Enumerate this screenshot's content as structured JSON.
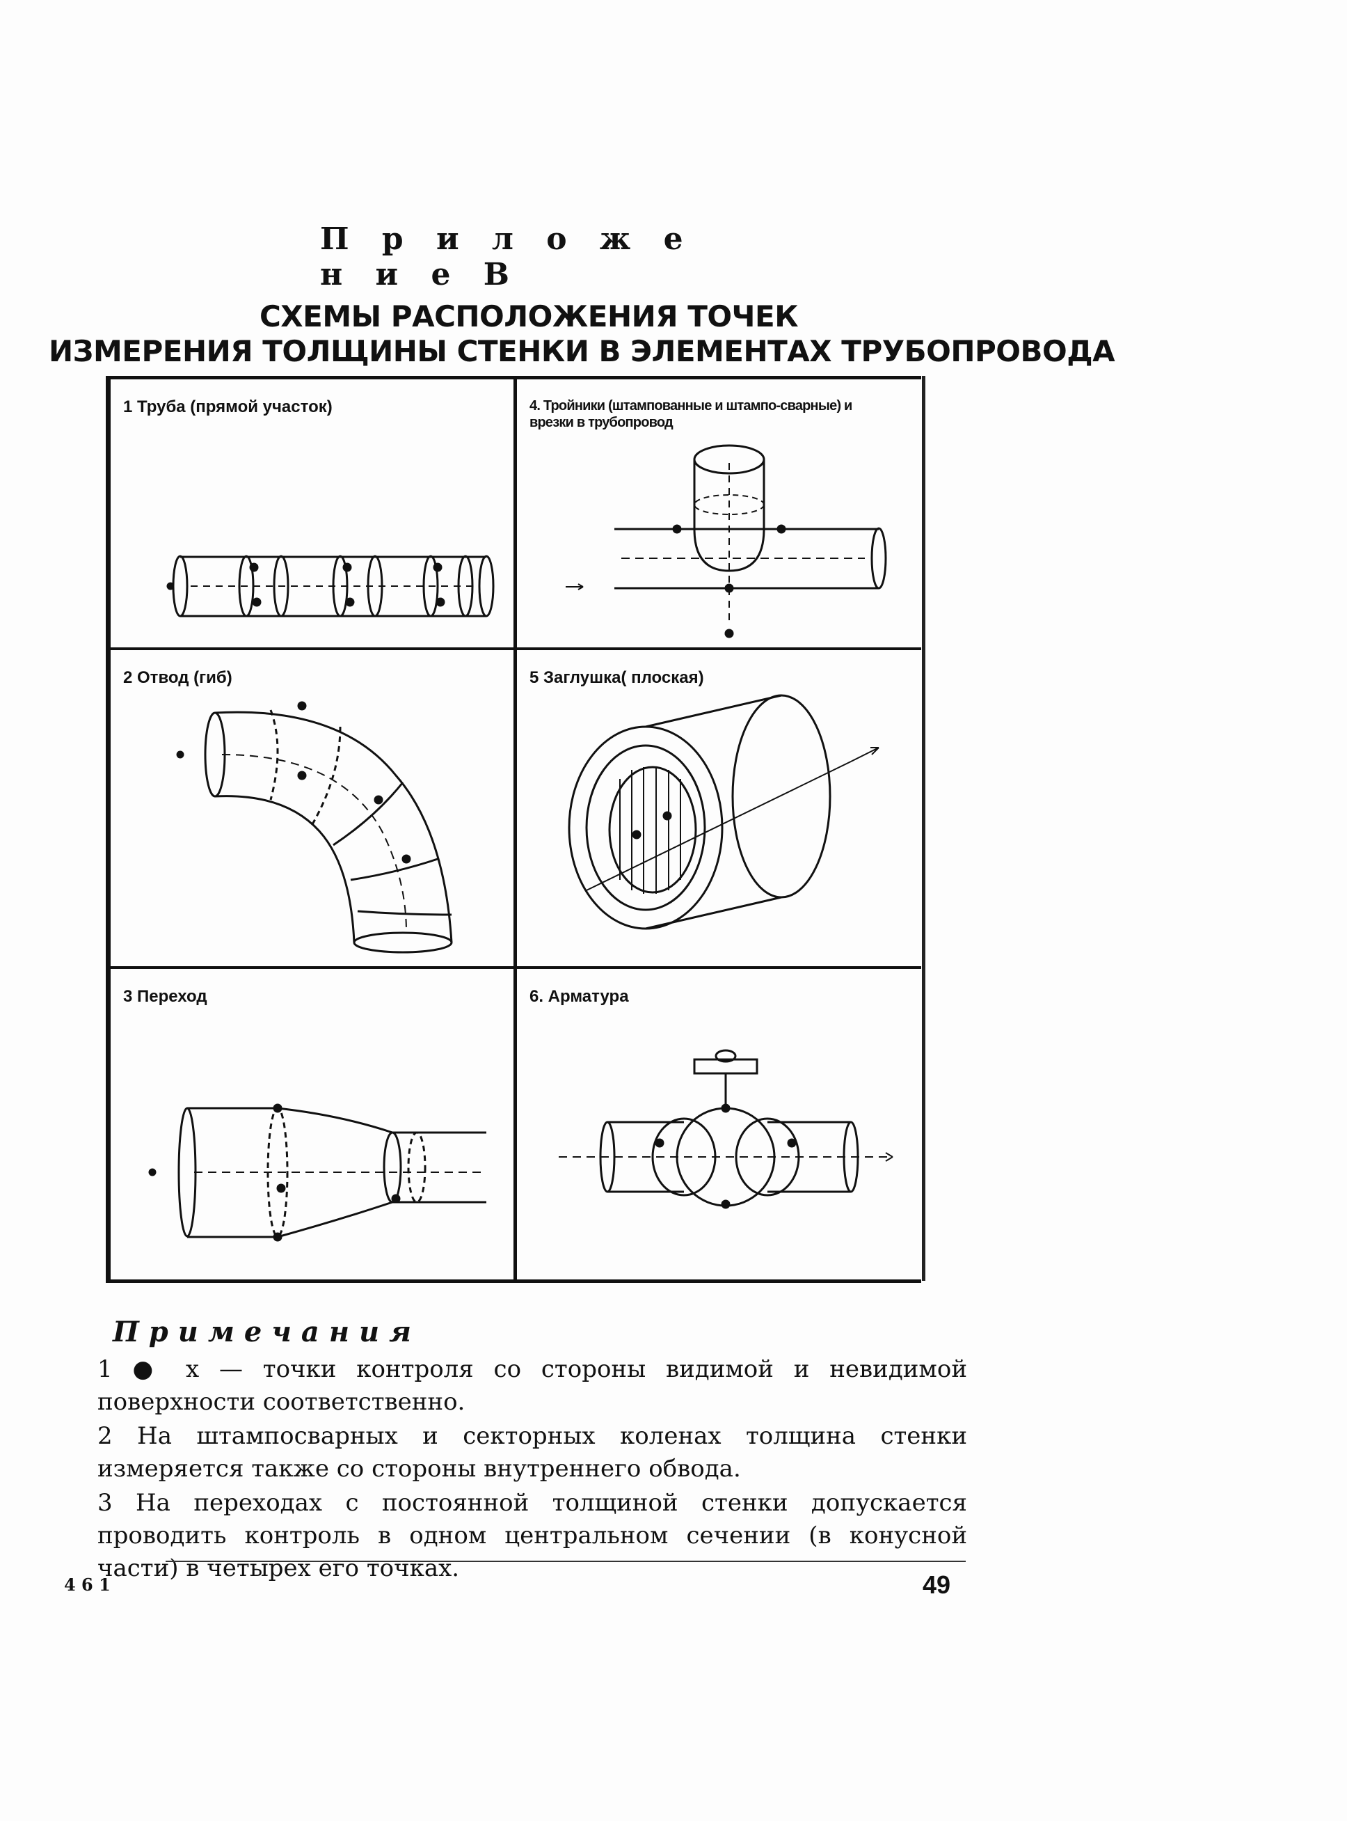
{
  "appendix_title": "П р и л о ж е н и е В",
  "title_line1": "СХЕМЫ РАСПОЛОЖЕНИЯ ТОЧЕК",
  "title_line2": "ИЗМЕРЕНИЯ ТОЛЩИНЫ СТЕНКИ В ЭЛЕМЕНТАХ ТРУБОПРОВОДА",
  "cells": [
    {
      "label": "1 Труба (прямой участок)"
    },
    {
      "label": "4. Тройники (штампованные и штампо-сварные) и врезки в трубопровод"
    },
    {
      "label": "2 Отвод (гиб)"
    },
    {
      "label": "5 Заглушка( плоская)"
    },
    {
      "label": "3 Переход"
    },
    {
      "label": "6. Арматура"
    }
  ],
  "notes_heading": "Примечания",
  "notes": [
    "1 ● x — точки контроля со стороны видимой и невидимой поверхности соответственно.",
    "2 На штампосварных и секторных коленах толщина стенки измеряется также со стороны внутреннего обвода.",
    "3 На переходах с постоянной толщиной стенки допускается проводить контроль в одном центральном сечении (в конусной части) в четырех его точках."
  ],
  "page_number": "49",
  "footer_mark": "4 6 1"
}
